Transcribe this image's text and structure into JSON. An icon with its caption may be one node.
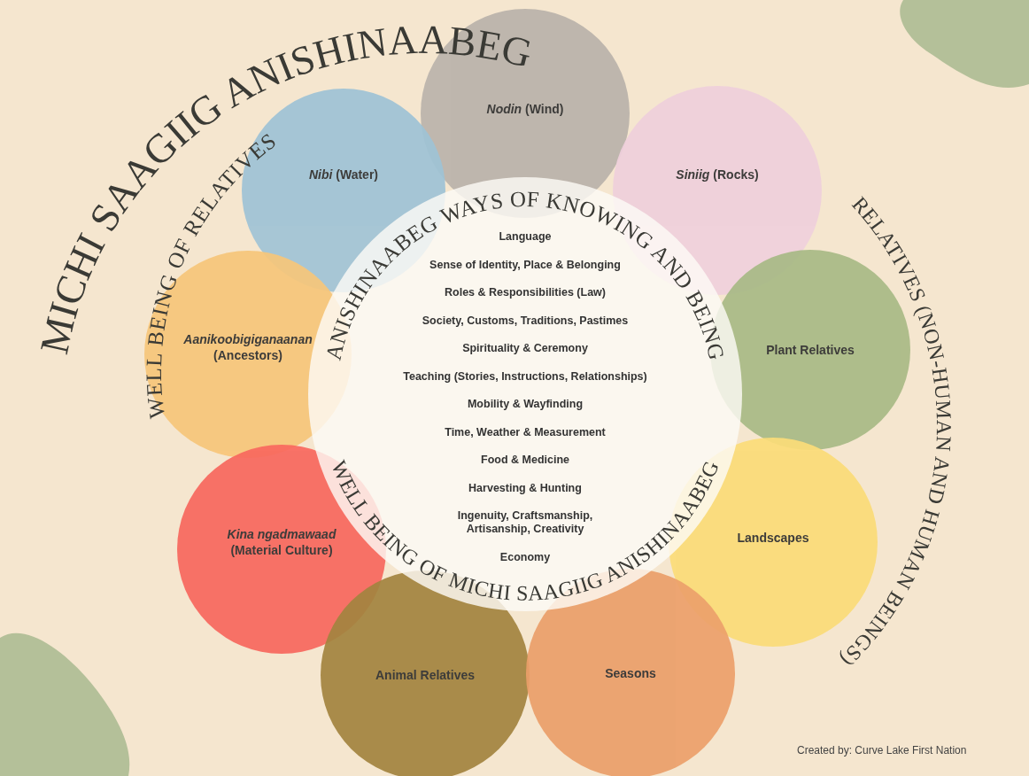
{
  "diagram": {
    "nodes": [
      {
        "text": [
          "*Nodin* (Wind)"
        ]
      },
      {
        "text": [
          "*Nibi* (Water)"
        ]
      },
      {
        "text": [
          "*Siniig* (Rocks)"
        ]
      },
      {
        "text": [
          "*Aanikoobigiganaanan* (Ancestors)"
        ]
      },
      {
        "text": [
          "Plant Relatives"
        ]
      },
      {
        "text": [
          "ANISHINAABEG WAYS OF KNOWING AND BEING",
          "Language",
          "Sense of Identity, Place & Belonging",
          "Roles & Responsibilities (Law)",
          "Society, Customs, Traditions, Pastimes",
          "Spirituality & Ceremony",
          "Teaching (Stories, Instructions, Relationships)",
          "Mobility & Wayfinding",
          "Time, Weather & Measurement",
          "Food & Medicine",
          "Harvesting & Hunting",
          "Ingenuity, Craftsmanship, Artisanship, Creativity",
          "Economy",
          "WELL BEING OF MICHI SAAGIIG ANISHINAABEG"
        ]
      },
      {
        "text": [
          "*Kina ngadmawaad* (Material Culture)"
        ]
      },
      {
        "text": [
          "Landscapes"
        ]
      },
      {
        "text": [
          "Animal Relatives"
        ]
      },
      {
        "text": [
          "Seasons"
        ]
      }
    ],
    "labels": [
      "MICHI SAAGIIG ANISHINAABEG",
      "WELL BEING OF RELATIVES",
      "RELATIVES (NON-HUMAN AND HUMAN BEINGS)",
      "Created by: Curve Lake First Nation"
    ]
  }
}
